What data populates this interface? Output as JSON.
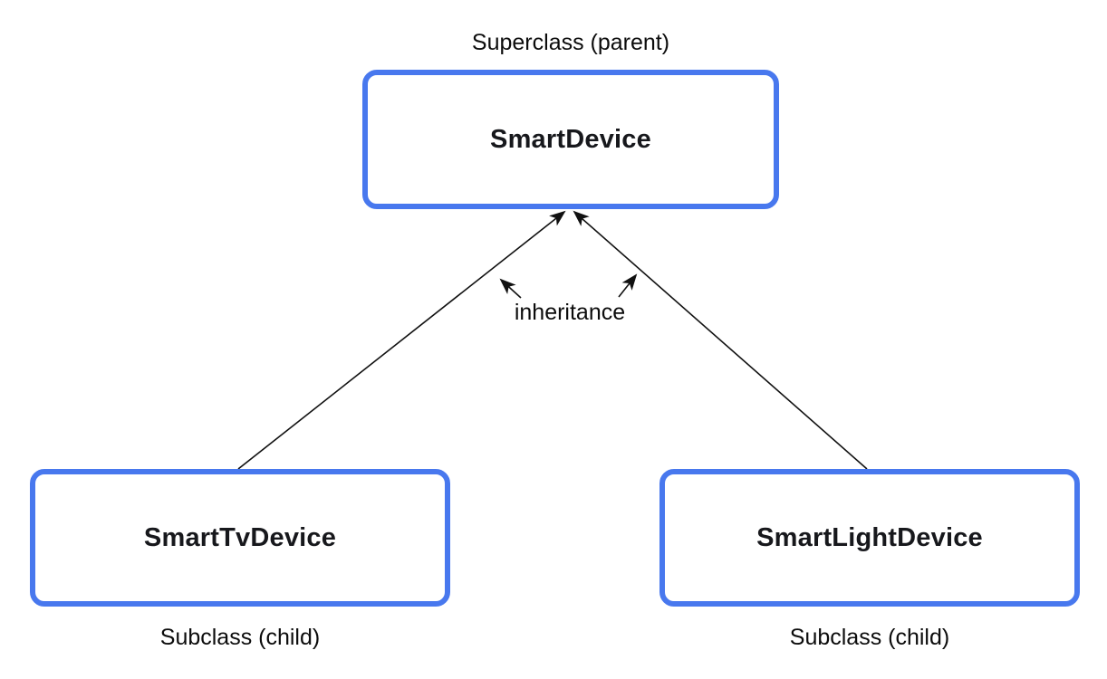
{
  "diagram": {
    "title_context": "Class inheritance diagram",
    "parent": {
      "annotation": "Superclass (parent)",
      "class_name": "SmartDevice"
    },
    "relationship": {
      "label": "inheritance"
    },
    "children": [
      {
        "class_name": "SmartTvDevice",
        "annotation": "Subclass (child)"
      },
      {
        "class_name": "SmartLightDevice",
        "annotation": "Subclass (child)"
      }
    ],
    "colors": {
      "box_border": "#4878ee",
      "box_fill": "#ffffff",
      "arrow": "#111111",
      "text": "#0c0c0c",
      "background": "#ffffff"
    }
  }
}
